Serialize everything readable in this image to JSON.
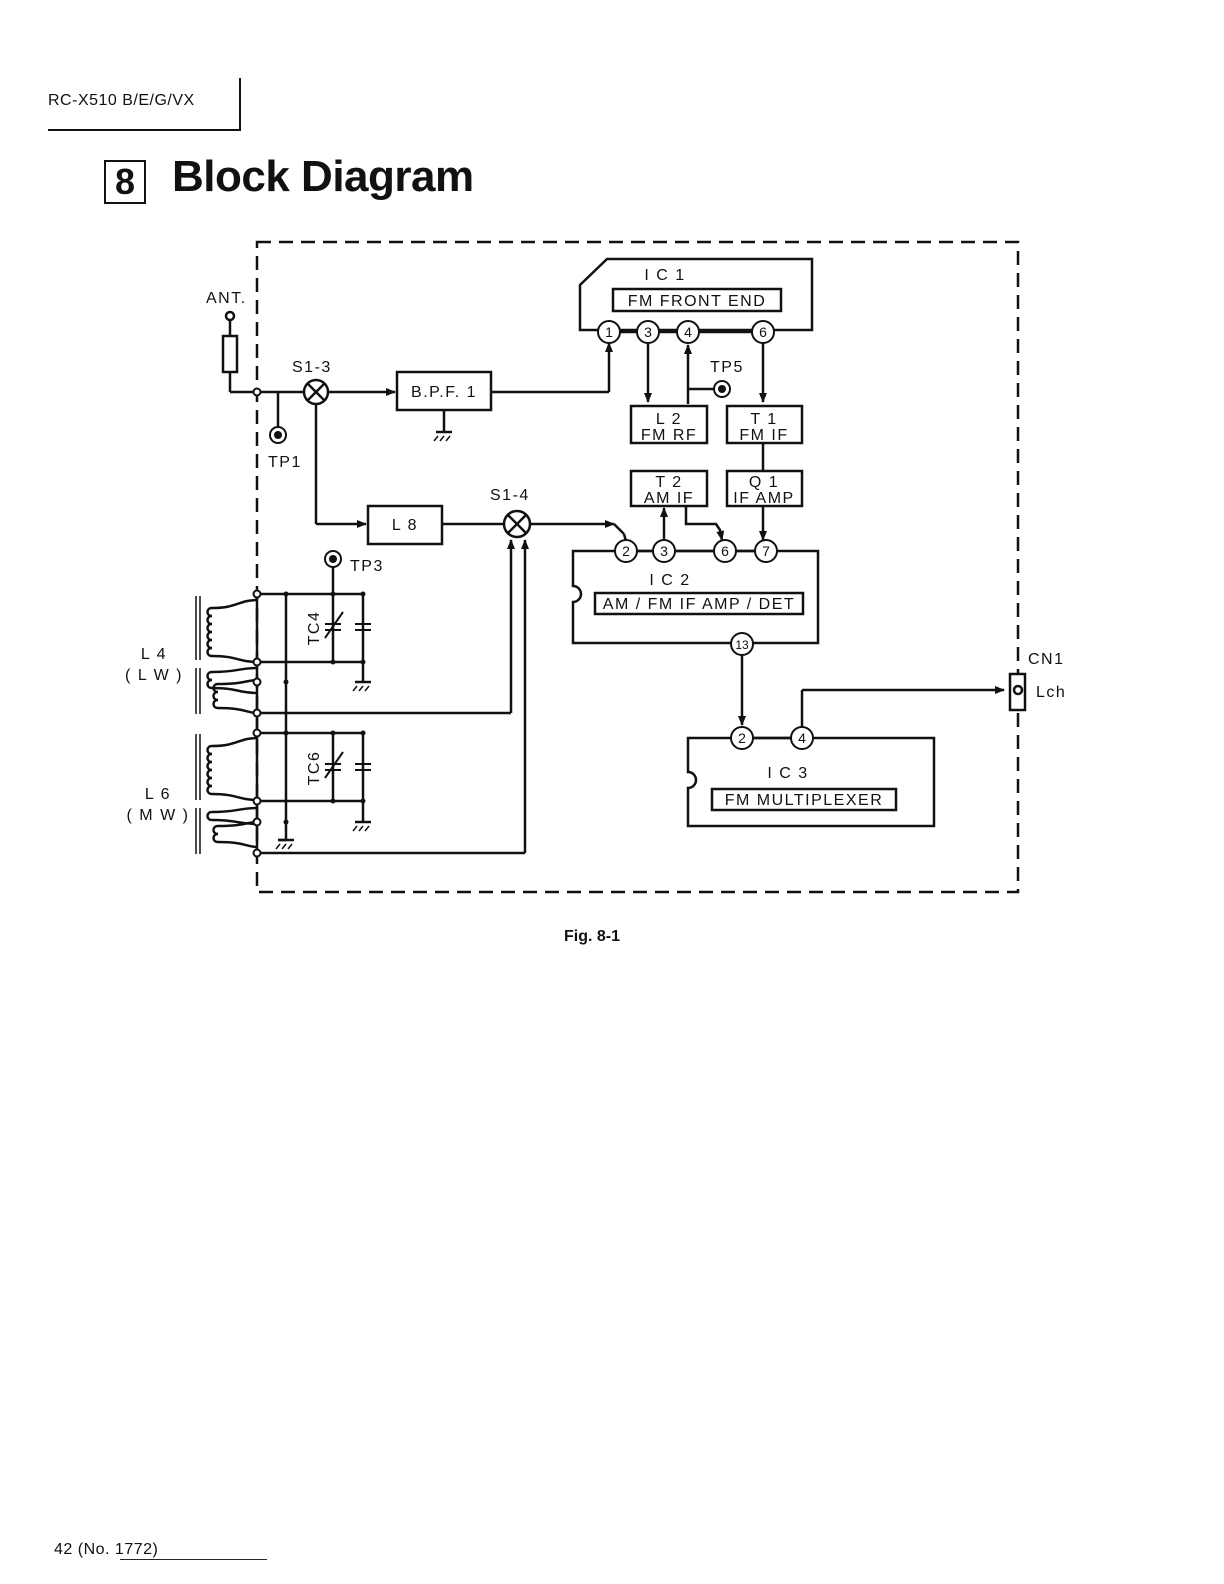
{
  "header": {
    "model": "RC-X510 B/E/G/VX"
  },
  "section": {
    "number": "8",
    "title": "Block Diagram"
  },
  "diagram": {
    "ant": "ANT.",
    "s13": "S1-3",
    "s14": "S1-4",
    "bpf": "B.P.F. 1",
    "l8": "L 8",
    "tp1": "TP1",
    "tp3": "TP3",
    "tp5": "TP5",
    "ic1": {
      "name": "I C 1",
      "func": "FM  FRONT  END"
    },
    "ic2": {
      "name": "I C 2",
      "func": "AM / FM  IF  AMP / DET"
    },
    "ic3": {
      "name": "I C 3",
      "func": "FM  MULTIPLEXER"
    },
    "l2": {
      "line1": "L 2",
      "line2": "FM  RF"
    },
    "t1": {
      "line1": "T 1",
      "line2": "FM  IF"
    },
    "t2": {
      "line1": "T 2",
      "line2": "AM  IF"
    },
    "q1": {
      "line1": "Q 1",
      "line2": "IF  AMP"
    },
    "tc4": "TC4",
    "tc6": "TC6",
    "l4": {
      "line1": "L 4",
      "line2": "( L W )"
    },
    "l6": {
      "line1": "L 6",
      "line2": "( M W )"
    },
    "cn1": "CN1",
    "lch": "Lch",
    "pins": {
      "ic1": [
        "1",
        "3",
        "4",
        "6"
      ],
      "ic2": [
        "2",
        "3",
        "6",
        "7",
        "13"
      ],
      "ic3": [
        "2",
        "4"
      ]
    }
  },
  "figure_caption": "Fig. 8-1",
  "footer": {
    "page": "42  (No.  1772)"
  }
}
